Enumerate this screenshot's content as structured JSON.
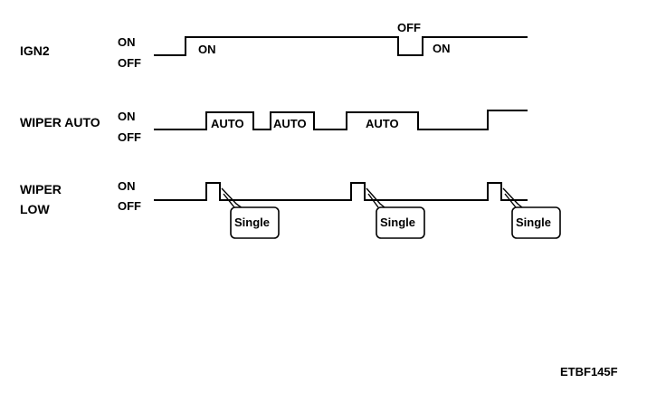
{
  "signals": {
    "ign2": {
      "name": "IGN2",
      "on_label": "ON",
      "off_label": "OFF",
      "annotations": [
        "ON",
        "OFF",
        "ON"
      ]
    },
    "wiper_auto": {
      "name": "WIPER AUTO",
      "on_label": "ON",
      "off_label": "OFF",
      "annotations": [
        "AUTO",
        "AUTO",
        "AUTO"
      ]
    },
    "wiper_low": {
      "name_line1": "WIPER",
      "name_line2": "LOW",
      "on_label": "ON",
      "off_label": "OFF",
      "callouts": [
        "Single",
        "Single",
        "Single"
      ]
    }
  },
  "figure_code": "ETBF145F"
}
